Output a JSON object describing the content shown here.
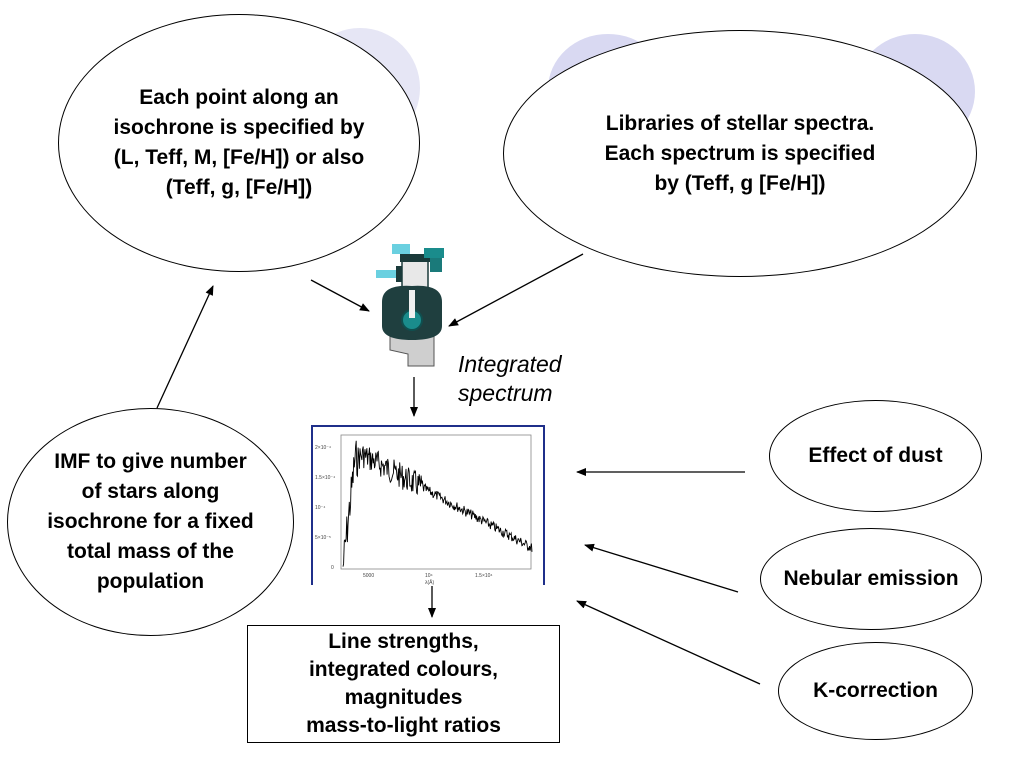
{
  "nodes": {
    "isochrone": {
      "text": "Each point along an\nisochrone is specified by\n(L, Teff, M, [Fe/H]) or also\n(Teff, g, [Fe/H])"
    },
    "libraries": {
      "text": "Libraries of stellar spectra.\nEach spectrum is specified\nby (Teff, g [Fe/H])"
    },
    "imf": {
      "text": "IMF to give number\nof stars along\nisochrone for a fixed\ntotal  mass of  the\npopulation"
    },
    "dust": {
      "text": "Effect of dust"
    },
    "nebular": {
      "text": "Nebular emission"
    },
    "kcorrection": {
      "text": "K-correction"
    },
    "outputs": {
      "text": "Line strengths,\nintegrated colours,\nmagnitudes\nmass-to-light ratios"
    }
  },
  "spectrum": {
    "label": "Integrated\nspectrum",
    "y_ticks": [
      "2×10⁻⁴",
      "1.5×10⁻⁴",
      "10⁻⁴",
      "5×10⁻⁵",
      "0"
    ],
    "x_ticks": [
      "5000",
      "10⁴",
      "1.5×10⁴"
    ],
    "x_axis_label": "λ(Å)"
  },
  "icons": {
    "engine": "engine-icon"
  },
  "colors": {
    "decor": "#d9d9f2",
    "frame": "#1f2f8a",
    "engine_dark": "#1a3a3a",
    "engine_teal": "#1a8c8c",
    "engine_cyan": "#6ad0e0"
  }
}
